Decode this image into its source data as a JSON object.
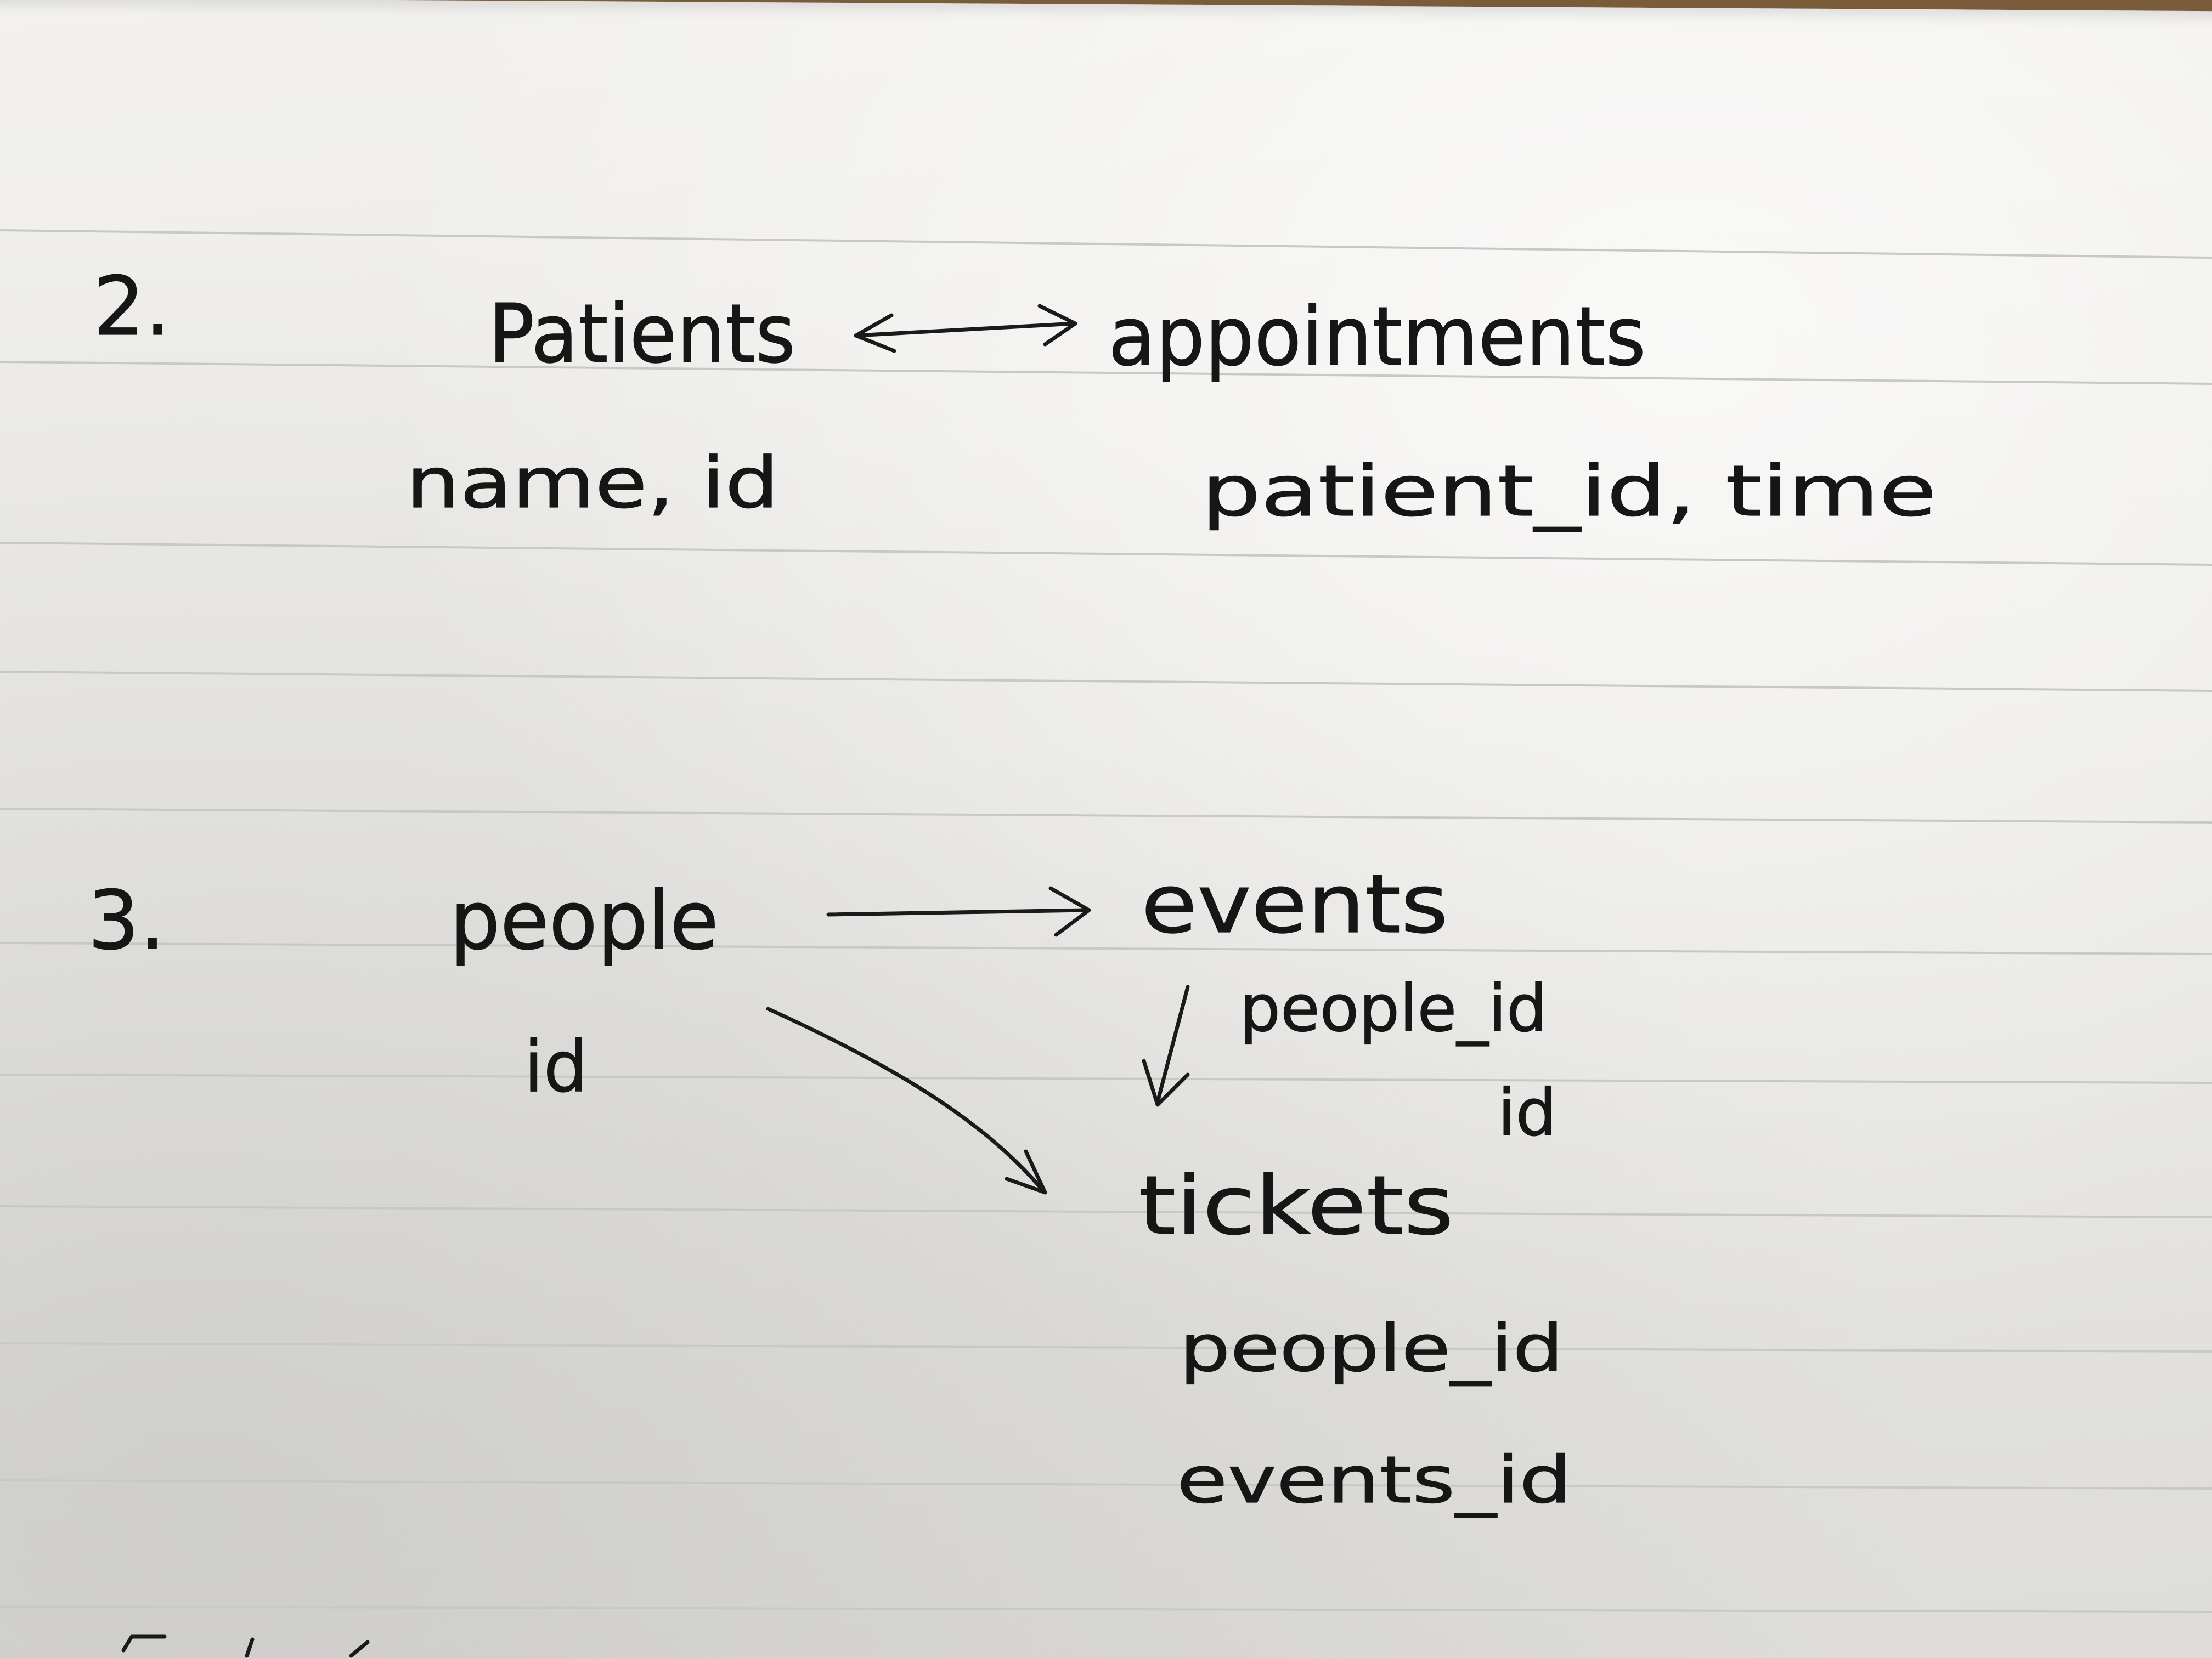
{
  "notes": {
    "item2": {
      "number": "2.",
      "left_table": {
        "name": "Patients",
        "fields": "name, id"
      },
      "right_table": {
        "name": "appointments",
        "fields": "patient_id, time"
      },
      "relation": "bidirectional-arrow"
    },
    "item3": {
      "number": "3.",
      "people": {
        "name": "people",
        "fields": "id"
      },
      "events": {
        "name": "events",
        "fields": [
          "people_id",
          "id"
        ]
      },
      "tickets": {
        "name": "tickets",
        "fields": [
          "people_id",
          "events_id"
        ]
      },
      "relations": [
        "people-to-events-arrow",
        "events-to-tickets-arrow",
        "people-to-tickets-arrow"
      ]
    }
  },
  "colors": {
    "ink": "#161616",
    "paper": "#ecebe8",
    "ruled_line": "#c9c9c4",
    "desk": "#8a6a45"
  }
}
